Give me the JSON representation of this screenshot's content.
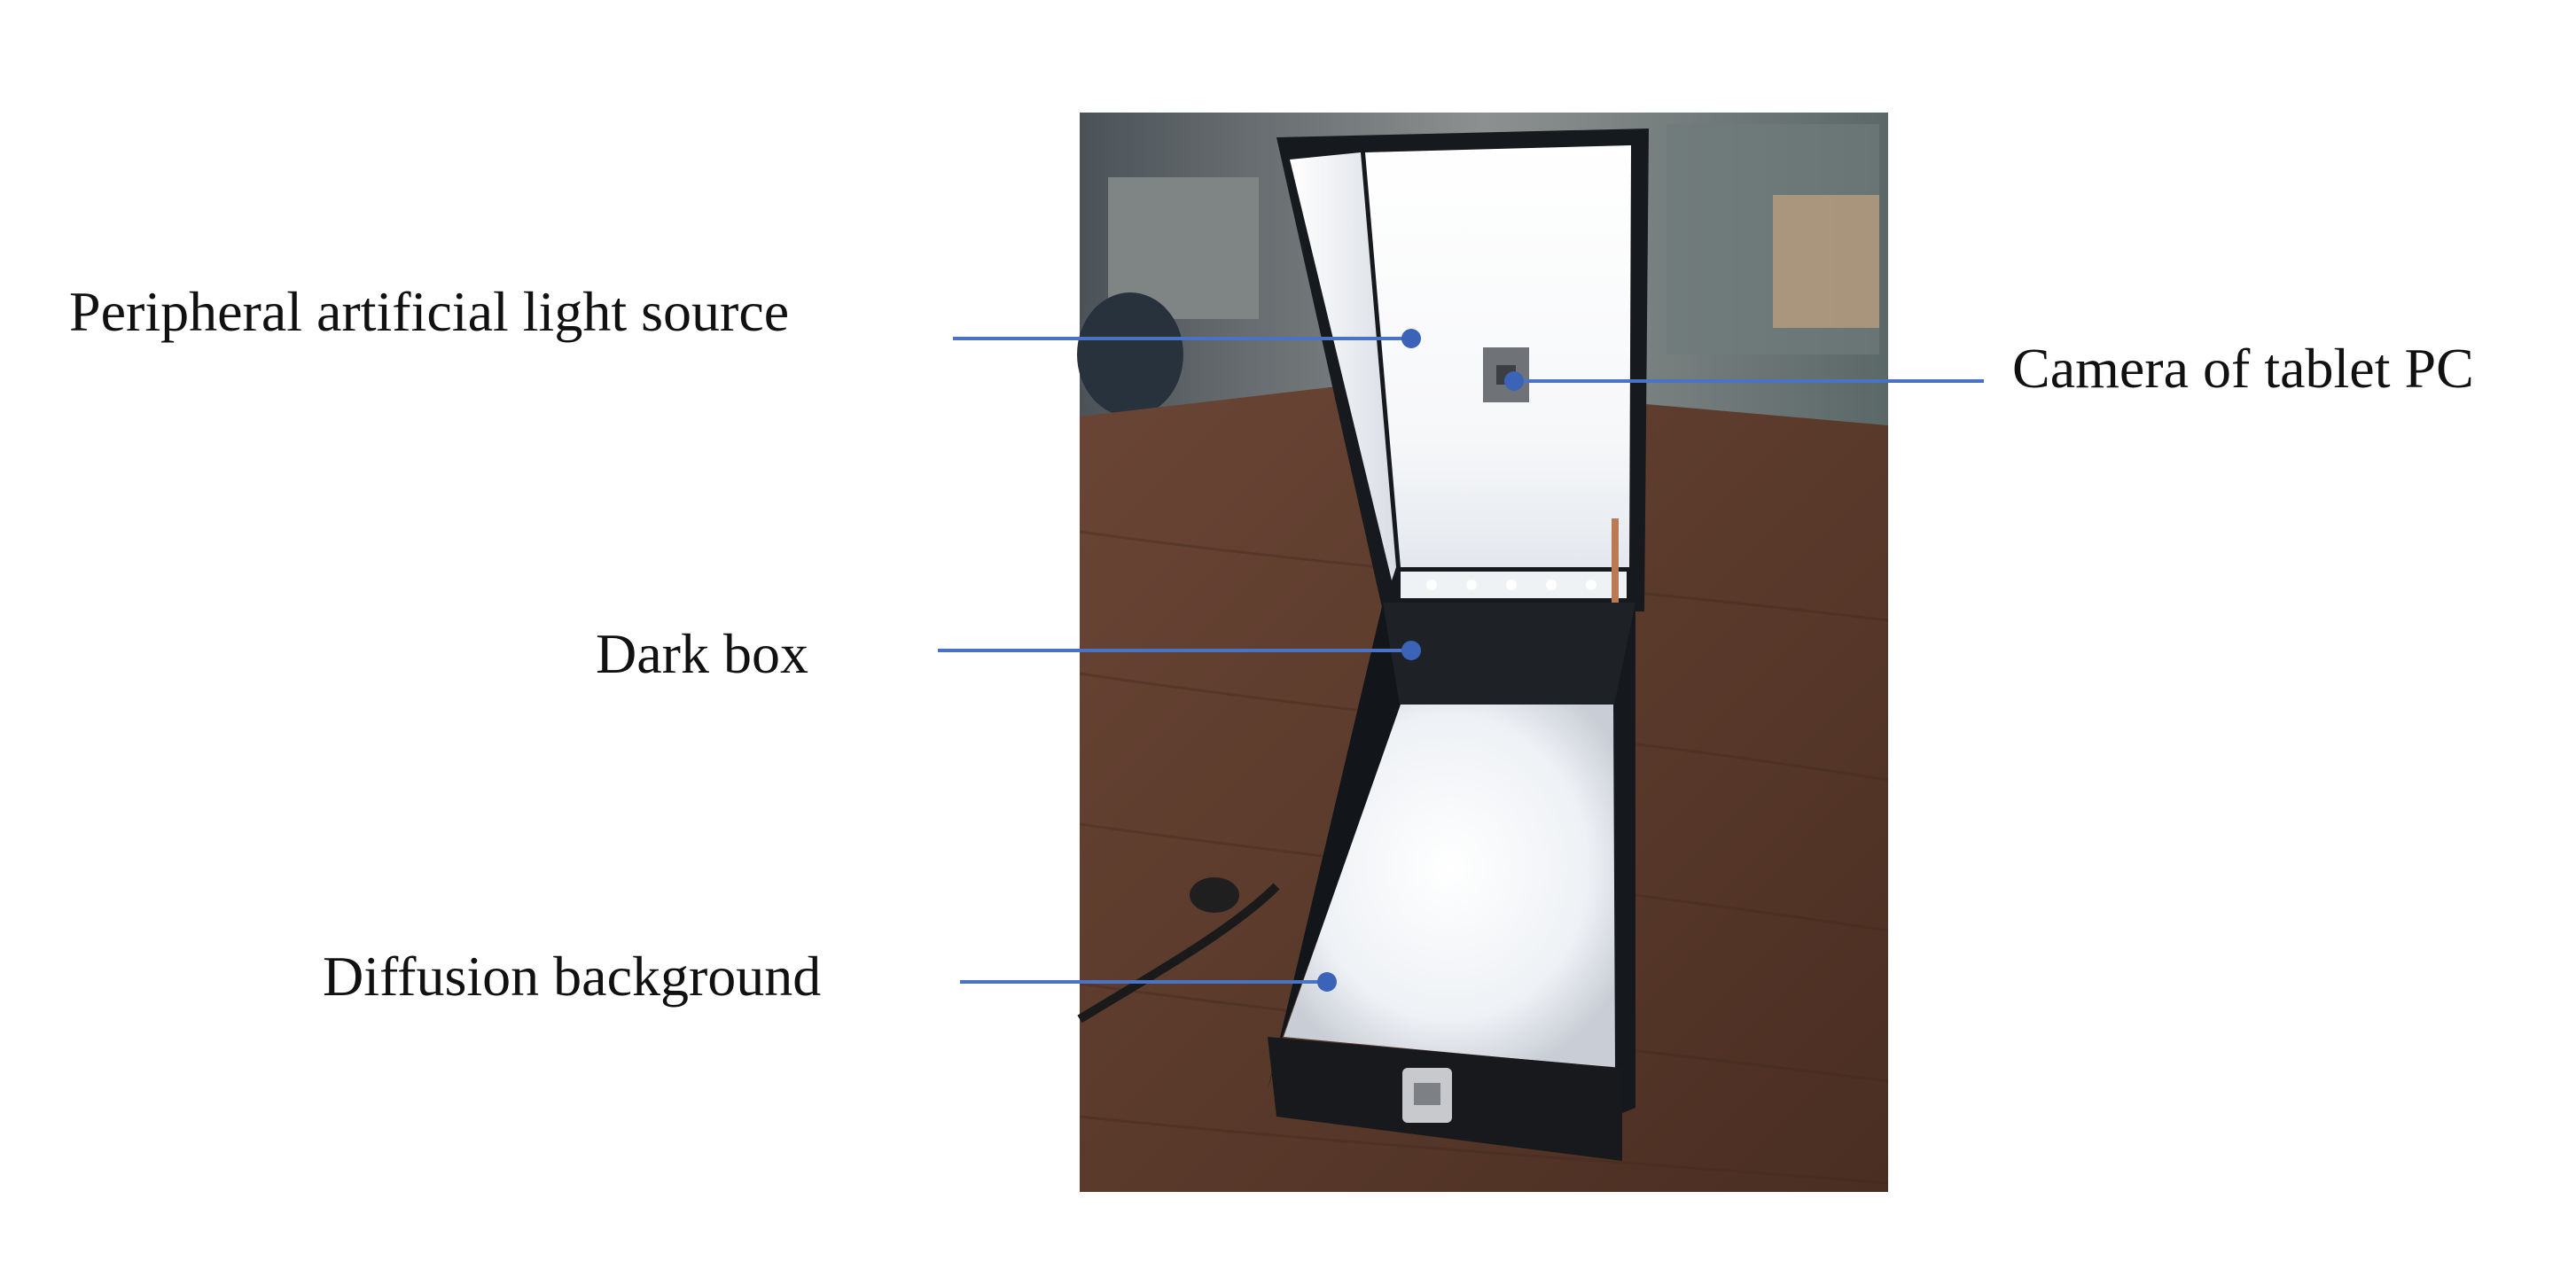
{
  "labels": {
    "peripheral_light": "Peripheral artificial light source",
    "camera": "Camera of tablet PC",
    "dark_box": "Dark box",
    "diffusion": "Diffusion background"
  },
  "colors": {
    "leader_line": "#4a73c4",
    "marker_dot": "#3b64b8",
    "label_text": "#111111",
    "box_exterior": "#1a1d22",
    "lit_panel": "#f4f6f8",
    "table_wood": "#5b3a2c"
  }
}
